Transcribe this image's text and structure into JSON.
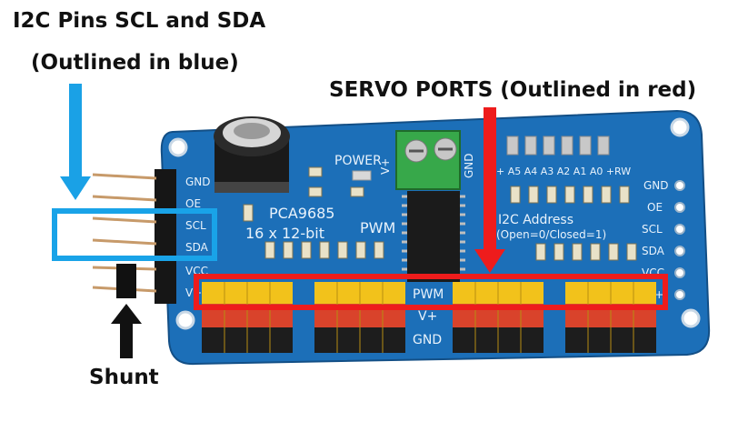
{
  "annotations": {
    "i2c_title": "I2C Pins SCL and SDA",
    "i2c_subtitle": "(Outlined in blue)",
    "servo_title": "SERVO PORTS (Outlined in red)",
    "shunt": "Shunt"
  },
  "board": {
    "chip_name": "PCA9685",
    "resolution": "16 x 12-bit",
    "pwm": "PWM",
    "power": "POWER",
    "i2c_address": "I2C Address",
    "address_hint": "(Open=0/Closed=1)",
    "left_pins": [
      "GND",
      "OE",
      "SCL",
      "SDA",
      "VCC",
      "V+"
    ],
    "right_pins": [
      "GND",
      "OE",
      "SCL",
      "SDA",
      "VCC",
      "V+"
    ],
    "address_jumpers": "+ A5 A4 A3 A2 A1 A0 +RW",
    "rail_pwm": "PWM",
    "rail_vplus": "V+",
    "rail_gnd": "GND",
    "terminal_vplus": "V+",
    "terminal_gnd": "GND"
  },
  "colors": {
    "board": "#1c6fb8",
    "blue_outline": "#19a3e8",
    "red_outline": "#ee1c1c",
    "arrow_blue": "#1aa1e6",
    "arrow_red": "#ee1c1c",
    "arrow_black": "#111111"
  }
}
